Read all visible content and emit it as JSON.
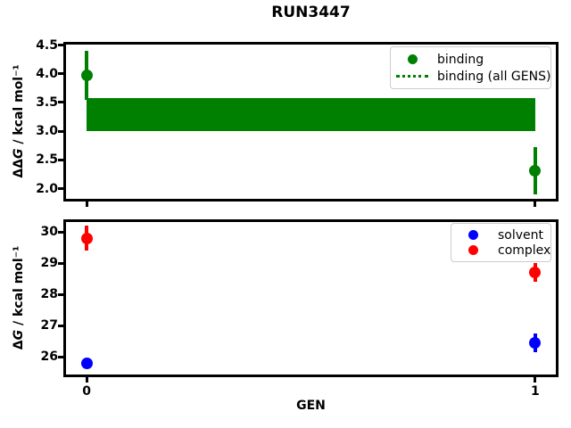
{
  "chart_data": [
    {
      "type": "scatter",
      "title": "RUN3447",
      "xlabel": "",
      "ylabel": {
        "delta": "ΔΔ",
        "sym": "G",
        "unit": " / kcal mol⁻¹"
      },
      "ylim": [
        1.79,
        4.54
      ],
      "xlim": [
        -0.05,
        1.05
      ],
      "yticks": [
        4.5,
        4.0,
        3.5,
        3.0,
        2.5,
        2.0
      ],
      "ytick_labels": [
        "4.5",
        "4.0",
        "3.5",
        "3.0",
        "2.5",
        "2.0"
      ],
      "xticks": [
        0,
        1
      ],
      "grid": false,
      "legend_loc": "upper right",
      "series": [
        {
          "name": "binding",
          "color": "#008000",
          "x": [
            0,
            1
          ],
          "y": [
            3.97,
            2.31
          ],
          "yerr": [
            0.43,
            0.41
          ]
        }
      ],
      "band": {
        "name": "binding (all GENS)",
        "color": "#008000",
        "x_range": [
          0,
          1
        ],
        "center": 3.29,
        "lower": 3.0,
        "upper": 3.58
      },
      "legend": [
        {
          "label": "binding",
          "marker": "dot",
          "color": "#008000"
        },
        {
          "label": "binding (all GENS)",
          "marker": "dotted-line",
          "color": "#008000"
        }
      ]
    },
    {
      "type": "scatter",
      "xlabel": "GEN",
      "ylabel": {
        "delta": "Δ",
        "sym": "G",
        "unit": " / kcal mol⁻¹"
      },
      "ylim": [
        25.37,
        30.37
      ],
      "xlim": [
        -0.05,
        1.05
      ],
      "yticks": [
        30,
        29,
        28,
        27,
        26
      ],
      "ytick_labels": [
        "30",
        "29",
        "28",
        "27",
        "26"
      ],
      "xticks": [
        0,
        1
      ],
      "xtick_labels": [
        "0",
        "1"
      ],
      "grid": false,
      "legend_loc": "upper right",
      "series": [
        {
          "name": "solvent",
          "color": "#0000ff",
          "x": [
            0,
            1
          ],
          "y": [
            25.78,
            26.45
          ],
          "yerr": [
            0.15,
            0.3
          ]
        },
        {
          "name": "complex",
          "color": "#ff0000",
          "x": [
            0,
            1
          ],
          "y": [
            29.79,
            28.7
          ],
          "yerr": [
            0.4,
            0.3
          ]
        }
      ],
      "legend": [
        {
          "label": "solvent",
          "marker": "dot",
          "color": "#0000ff"
        },
        {
          "label": "complex",
          "marker": "dot",
          "color": "#ff0000"
        }
      ]
    }
  ]
}
